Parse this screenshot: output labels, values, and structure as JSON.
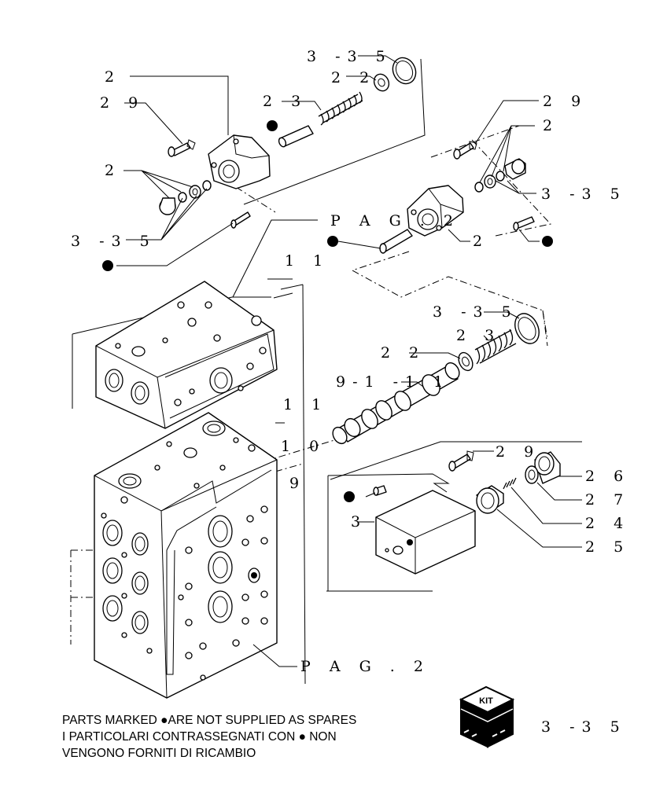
{
  "callouts": {
    "top_335": "3 -3 5",
    "top_2": "2",
    "top_22": "2 2",
    "top_23": "2 3",
    "top_29_left": "2 9",
    "top_2_left": "2",
    "top_335_left": "3 -3 5",
    "right_29": "2 9",
    "right_2": "2",
    "right_335": "3 -3 5",
    "pag2_top": "P A G . 2",
    "right_2_bottom": "2",
    "label_11_a": "1 1",
    "spool_335": "3 -3 5",
    "spool_23": "2 3",
    "spool_22": "2 2",
    "spool_label": "9-1 -1 1",
    "label_11_b": "1 1",
    "label_10": "1 0",
    "label_9": "9",
    "sol_29": "2 9",
    "sol_26": "2 6",
    "sol_27": "2 7",
    "sol_24": "2 4",
    "sol_25": "2 5",
    "sol_3": "3",
    "pag2_bottom": "P A G . 2",
    "kit_code": "3 -3 5"
  },
  "kit": {
    "label": "KIT"
  },
  "notes": {
    "line1": "PARTS MARKED ●ARE NOT SUPPLIED AS SPARES",
    "line2": "I PARTICOLARI CONTRASSEGNATI CON ● NON",
    "line3": "VENGONO FORNITI DI RICAMBIO"
  },
  "colors": {
    "ink": "#000000",
    "paper": "#ffffff"
  }
}
